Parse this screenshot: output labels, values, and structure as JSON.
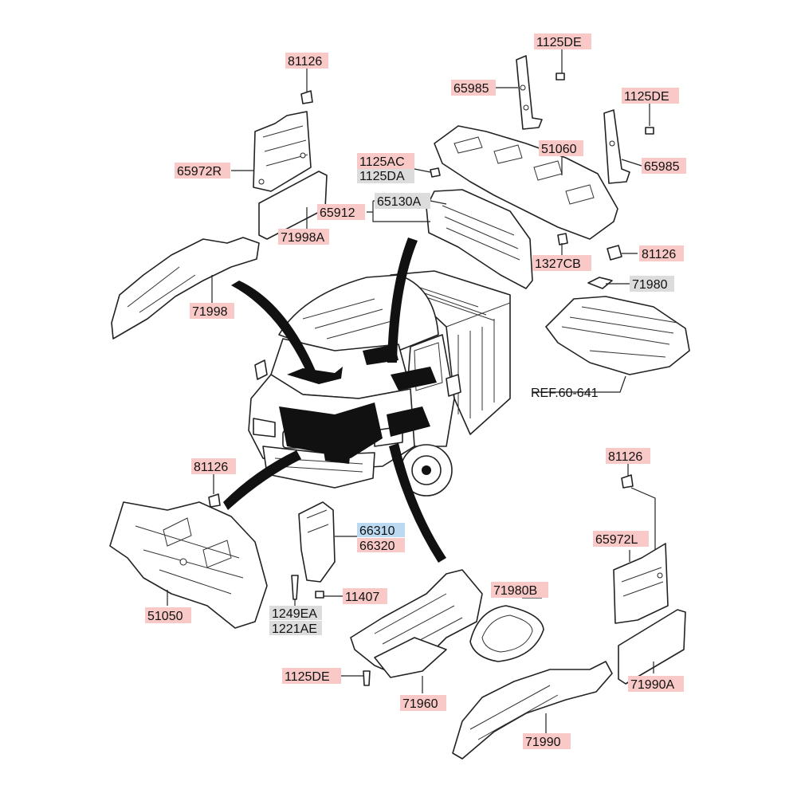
{
  "labels": {
    "l_81126_a": "81126",
    "l_65972R": "65972R",
    "l_71998A": "71998A",
    "l_71998": "71998",
    "l_1125DE_a": "1125DE",
    "l_65985_a": "65985",
    "l_1125DE_b": "1125DE",
    "l_51060": "51060",
    "l_65985_b": "65985",
    "l_1125AC": "1125AC",
    "l_1125DA": "1125DA",
    "l_65130A": "65130A",
    "l_65912": "65912",
    "l_1327CB": "1327CB",
    "l_81126_b": "81126",
    "l_71980": "71980",
    "l_ref": "REF.60-641",
    "l_81126_c": "81126",
    "l_51050": "51050",
    "l_66310": "66310",
    "l_66320": "66320",
    "l_11407": "11407",
    "l_1249EA": "1249EA",
    "l_1221AE": "1221AE",
    "l_71980B": "71980B",
    "l_1125DE_c": "1125DE",
    "l_71960": "71960",
    "l_81126_d": "81126",
    "l_65972L": "65972L",
    "l_71990A": "71990A",
    "l_71990": "71990"
  },
  "colors": {
    "label_red": "#f8c9c6",
    "label_gray": "#dcdcdc",
    "label_blue": "#bcd9f2",
    "line": "#222222",
    "fill_black": "#111111"
  }
}
